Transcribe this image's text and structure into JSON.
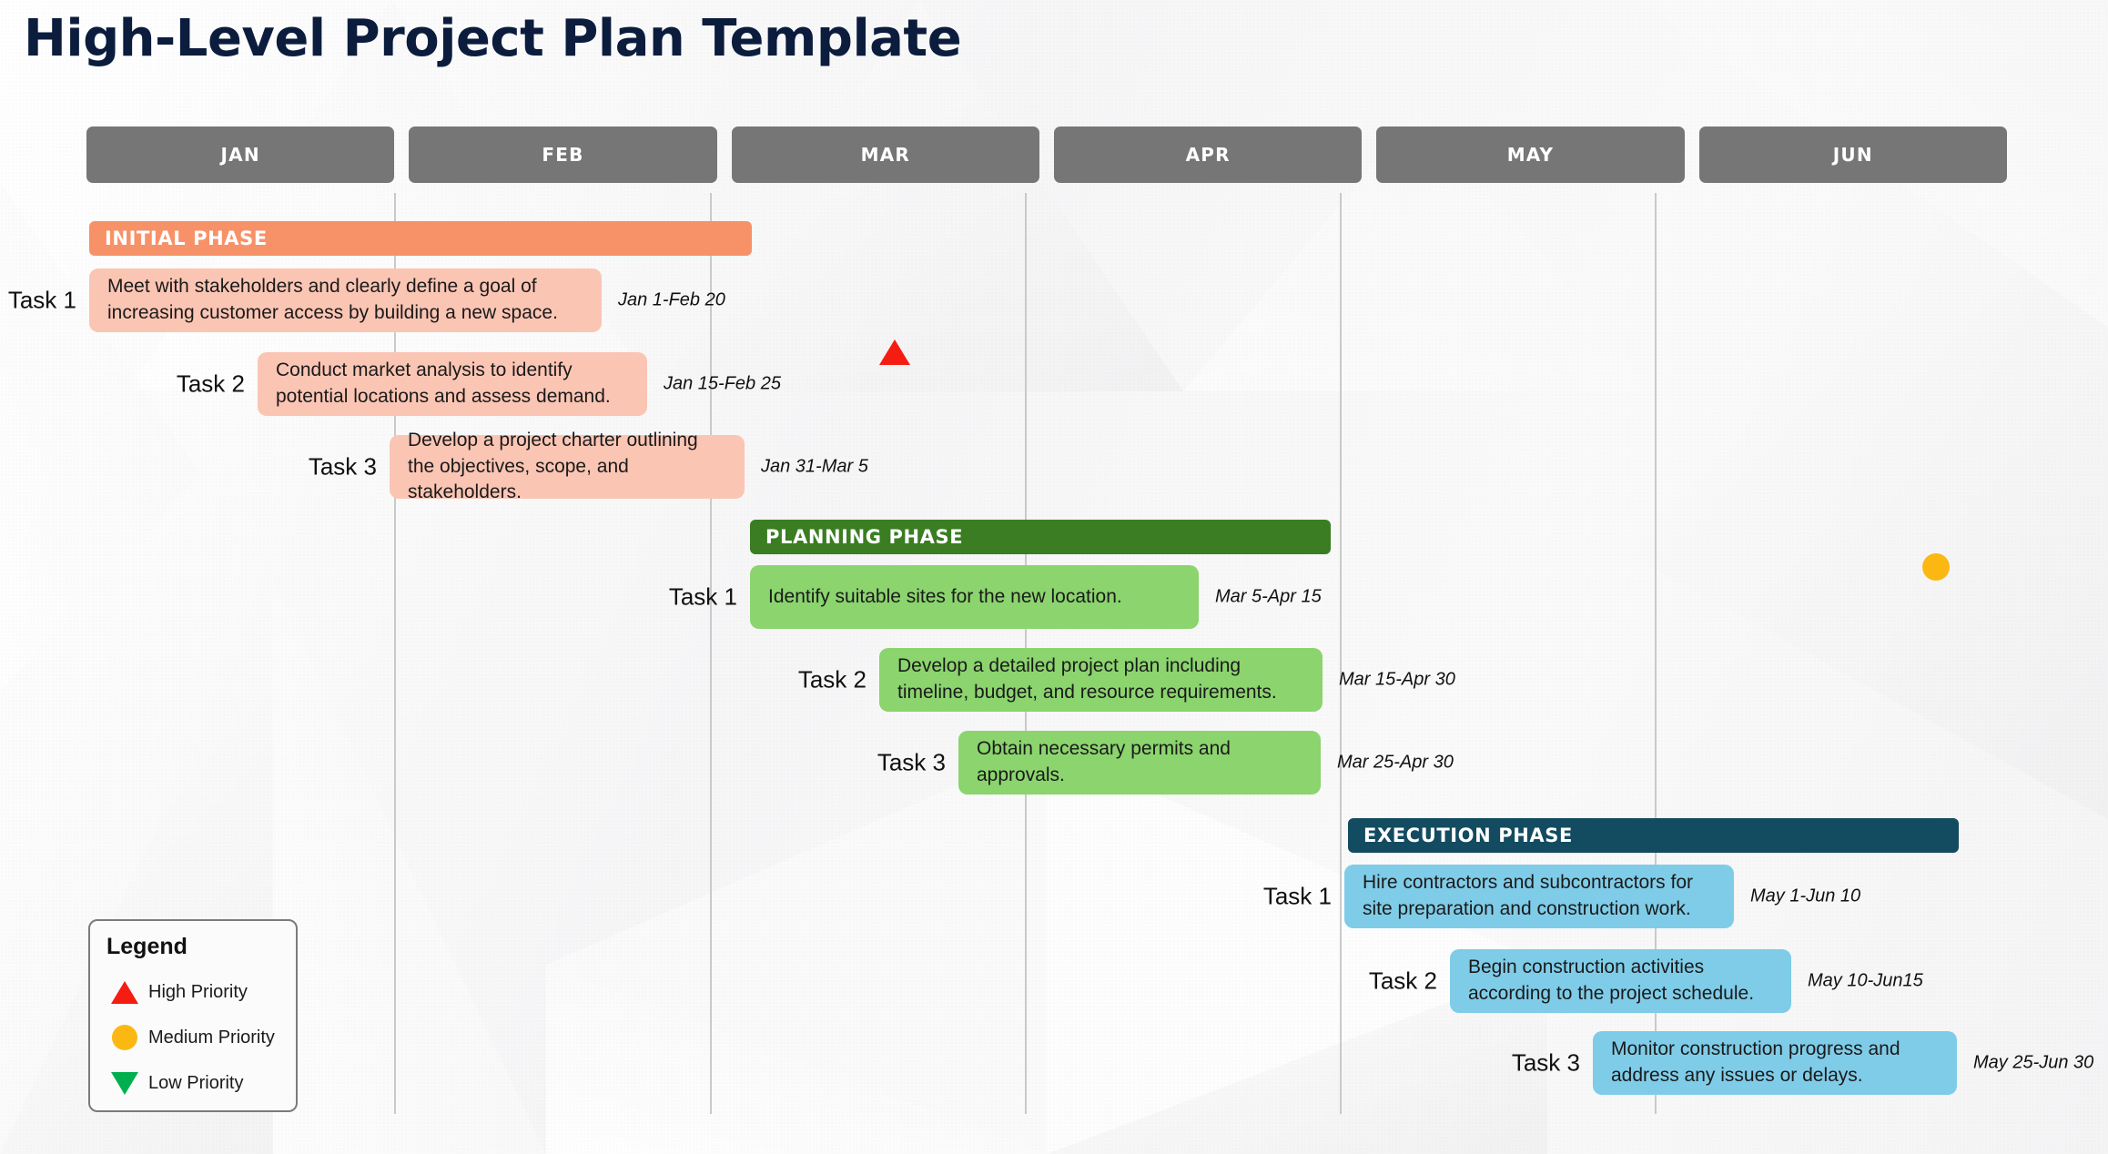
{
  "page": {
    "title": "High-Level Project Plan Template",
    "background_color": "#fbfbfc"
  },
  "timeline": {
    "months": [
      "JAN",
      "FEB",
      "MAR",
      "APR",
      "MAY",
      "JUN"
    ],
    "month_header_color": "#767676",
    "month_text_color": "#ffffff"
  },
  "legend": {
    "title": "Legend",
    "items": [
      {
        "label": "High Priority",
        "icon": "triangle-up-icon",
        "color": "#f51d12"
      },
      {
        "label": "Medium Priority",
        "icon": "circle-icon",
        "color": "#fbb812"
      },
      {
        "label": "Low Priority",
        "icon": "triangle-down-icon",
        "color": "#00b050"
      }
    ]
  },
  "chart_data": {
    "type": "bar",
    "title": "High-Level Project Plan Template",
    "categories": [
      "JAN",
      "FEB",
      "MAR",
      "APR",
      "MAY",
      "JUN"
    ],
    "xlabel": "",
    "ylabel": "",
    "grid": true,
    "legend_position": "bottom-left",
    "phases": [
      {
        "name": "INITIAL PHASE",
        "header_color": "#f79268",
        "bar_color": "#fbc5b4",
        "tasks": [
          {
            "label": "Task 1",
            "text": "Meet with stakeholders and clearly define a goal of increasing customer access by building a new space.",
            "date": "Jan 1-Feb 20",
            "priority": null
          },
          {
            "label": "Task 2",
            "text": "Conduct market analysis to identify potential locations and assess demand.",
            "date": "Jan 15-Feb 25",
            "priority": "high"
          },
          {
            "label": "Task 3",
            "text": "Develop a project charter outlining the objectives, scope, and stakeholders.",
            "date": "Jan 31-Mar 5",
            "priority": null
          }
        ]
      },
      {
        "name": "PLANNING PHASE",
        "header_color": "#3a7d22",
        "bar_color": "#8bd46e",
        "tasks": [
          {
            "label": "Task 1",
            "text": "Identify suitable sites for the new location.",
            "date": "Mar 5-Apr 15",
            "priority": "medium"
          },
          {
            "label": "Task 2",
            "text": "Develop a detailed project plan including timeline, budget, and resource requirements.",
            "date": "Mar 15-Apr 30",
            "priority": null
          },
          {
            "label": "Task 3",
            "text": "Obtain necessary permits and approvals.",
            "date": "Mar 25-Apr 30",
            "priority": "high"
          }
        ]
      },
      {
        "name": "EXECUTION PHASE",
        "header_color": "#134b61",
        "bar_color": "#7fcce8",
        "tasks": [
          {
            "label": "Task 1",
            "text": "Hire contractors and subcontractors for site preparation and construction work.",
            "date": "May 1-Jun 10",
            "priority": null
          },
          {
            "label": "Task 2",
            "text": "Begin construction activities according to the project schedule.",
            "date": "May 10-Jun15",
            "priority": "medium"
          },
          {
            "label": "Task 3",
            "text": "Monitor construction progress and address any issues or delays.",
            "date": "May 25-Jun 30",
            "priority": "low"
          }
        ]
      }
    ]
  }
}
